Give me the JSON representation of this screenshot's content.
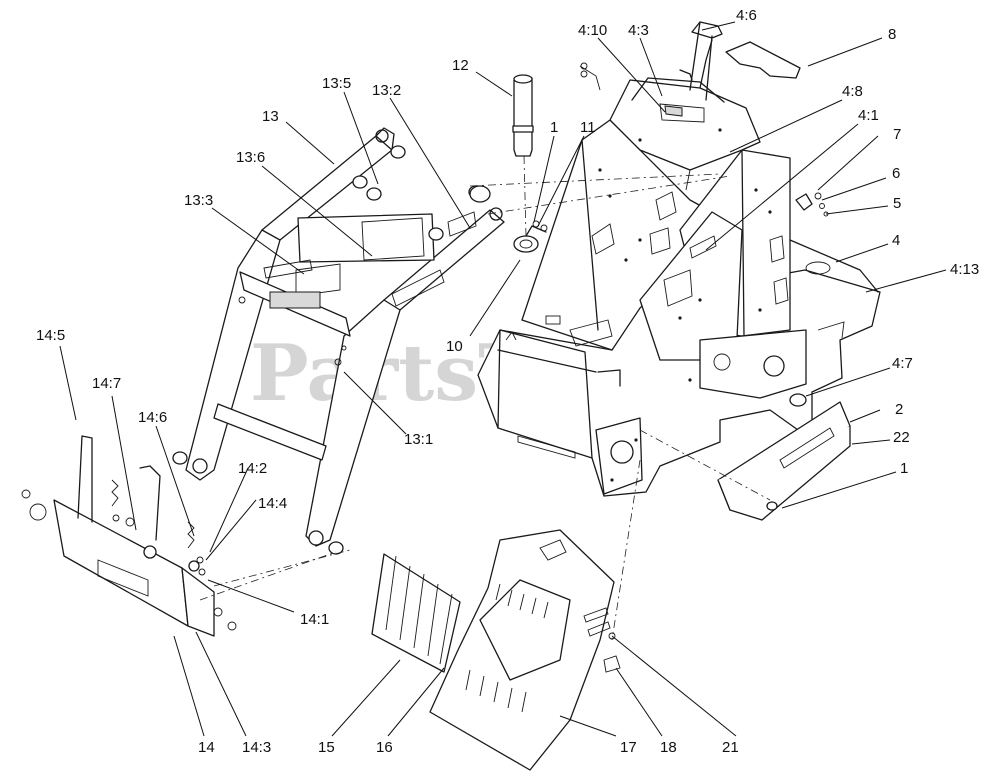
{
  "watermark": "PartsTree",
  "callouts": [
    {
      "id": "c-4-6",
      "text": "4:6"
    },
    {
      "id": "c-4-10",
      "text": "4:10"
    },
    {
      "id": "c-4-3",
      "text": "4:3"
    },
    {
      "id": "c-8",
      "text": "8"
    },
    {
      "id": "c-12",
      "text": "12"
    },
    {
      "id": "c-13-5",
      "text": "13:5"
    },
    {
      "id": "c-13-2",
      "text": "13:2"
    },
    {
      "id": "c-13",
      "text": "13"
    },
    {
      "id": "c-4-8",
      "text": "4:8"
    },
    {
      "id": "c-1a",
      "text": "1"
    },
    {
      "id": "c-11",
      "text": "11"
    },
    {
      "id": "c-4-1",
      "text": "4:1"
    },
    {
      "id": "c-13-6",
      "text": "13:6"
    },
    {
      "id": "c-7",
      "text": "7"
    },
    {
      "id": "c-6",
      "text": "6"
    },
    {
      "id": "c-13-3",
      "text": "13:3"
    },
    {
      "id": "c-5",
      "text": "5"
    },
    {
      "id": "c-4",
      "text": "4"
    },
    {
      "id": "c-4-13",
      "text": "4:13"
    },
    {
      "id": "c-10",
      "text": "10"
    },
    {
      "id": "c-14-5",
      "text": "14:5"
    },
    {
      "id": "c-4-7",
      "text": "4:7"
    },
    {
      "id": "c-14-7",
      "text": "14:7"
    },
    {
      "id": "c-13-1",
      "text": "13:1"
    },
    {
      "id": "c-2",
      "text": "2"
    },
    {
      "id": "c-14-6",
      "text": "14:6"
    },
    {
      "id": "c-22",
      "text": "22"
    },
    {
      "id": "c-1b",
      "text": "1"
    },
    {
      "id": "c-14-2",
      "text": "14:2"
    },
    {
      "id": "c-14-4",
      "text": "14:4"
    },
    {
      "id": "c-14-1",
      "text": "14:1"
    },
    {
      "id": "c-14",
      "text": "14"
    },
    {
      "id": "c-14-3",
      "text": "14:3"
    },
    {
      "id": "c-15",
      "text": "15"
    },
    {
      "id": "c-16",
      "text": "16"
    },
    {
      "id": "c-17",
      "text": "17"
    },
    {
      "id": "c-18",
      "text": "18"
    },
    {
      "id": "c-21",
      "text": "21"
    }
  ]
}
